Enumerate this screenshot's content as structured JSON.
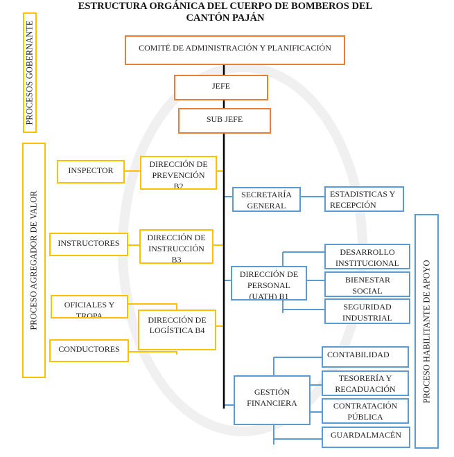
{
  "title": {
    "line1": "ESTRUCTURA ORGÁNICA DEL CUERPO DE BOMBEROS DEL",
    "line2": "CANTÓN PAJÁN"
  },
  "colors": {
    "governing": "#ED7D31",
    "value_adding": "#FFC000",
    "support": "#5B9BD5",
    "spine": "#000000"
  },
  "bands": {
    "governing": "PROCESOS GOBERNANTE",
    "value_adding": "PROCESO AGREGADOR DE VALOR",
    "support": "PROCESO HABILITANTE DE APOYO"
  },
  "nodes": {
    "comite": "COMITÉ DE ADMINISTRACIÓN Y PLANIFICACIÓN",
    "jefe": "JEFE",
    "sub_jefe": "SUB JEFE",
    "inspector": "INSPECTOR",
    "dir_prevencion": "DIRECCIÓN DE PREVENCIÓN B2",
    "instructores": "INSTRUCTORES",
    "dir_instruccion": "DIRECCIÓN DE INSTRUCCIÓN B3",
    "oficiales": "OFICIALES Y TROPA",
    "conductores": "CONDUCTORES",
    "dir_logistica": "DIRECCIÓN DE LOGÍSTICA B4",
    "secretaria": "SECRETARÍA GENERAL",
    "estadisticas": "ESTADISTICAS Y RECEPCIÓN",
    "dir_personal": "DIRECCIÓN DE PERSONAL (UATH) B1",
    "desarrollo": "DESARROLLO INSTITUCIONAL",
    "bienestar": "BIENESTAR SOCIAL",
    "seguridad": "SEGURIDAD INDUSTRIAL",
    "gestion": "GESTIÓN FINANCIERA",
    "contabilidad": "CONTABILIDAD",
    "tesoreria": "TESORERÍA Y RECADUACIÓN",
    "contratacion": "CONTRATACIÓN PÚBLICA",
    "guardalmacen": "GUARDALMACÉN"
  }
}
